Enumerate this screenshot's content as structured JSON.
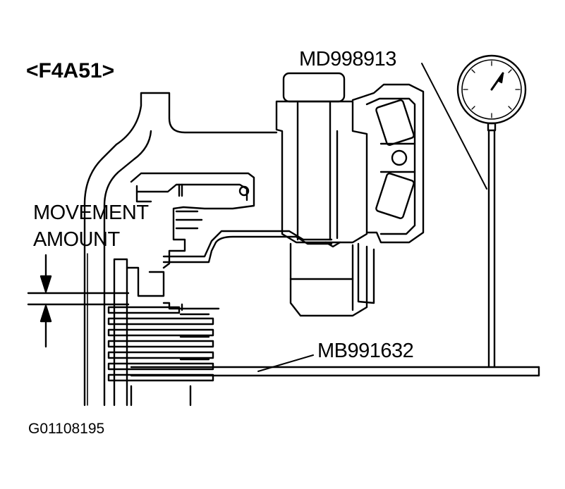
{
  "figure": {
    "variant_label": "<F4A51>",
    "tool_label_top": "MD998913",
    "tool_label_bottom": "MB991632",
    "movement_label_line1": "MOVEMENT",
    "movement_label_line2": "AMOUNT",
    "figure_id": "G01108195"
  },
  "icons": {
    "gauge": "dial-indicator-icon"
  },
  "colors": {
    "ink": "#000000",
    "paper": "#ffffff"
  }
}
